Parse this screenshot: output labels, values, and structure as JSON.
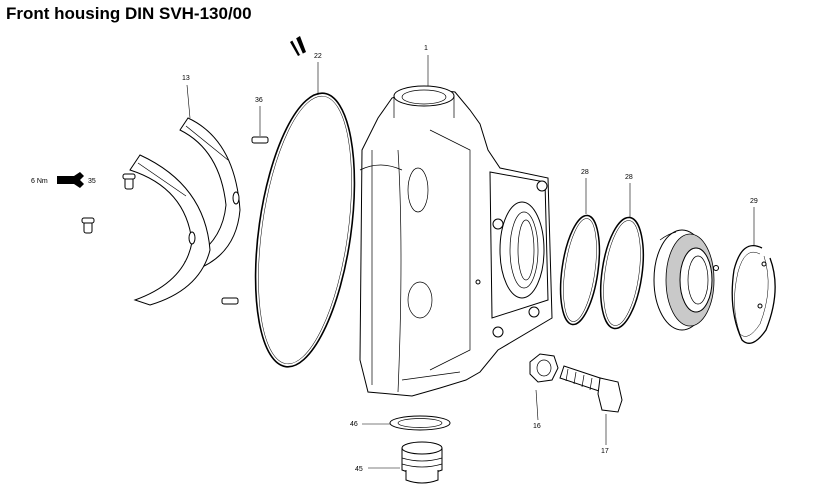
{
  "title": "Front housing DIN SVH-130/00",
  "torque_label": "6 Nm",
  "callouts": {
    "housing": "1",
    "shield": "13",
    "bolt": "16",
    "screw": "17",
    "oring": "22",
    "ring_a": "28",
    "ring_b": "28",
    "circlip": "29",
    "small_screw": "35",
    "pin": "36",
    "plug": "45",
    "washer": "46"
  },
  "icons": {
    "wrench": "wrench-icon",
    "tool": "tool-icon"
  }
}
